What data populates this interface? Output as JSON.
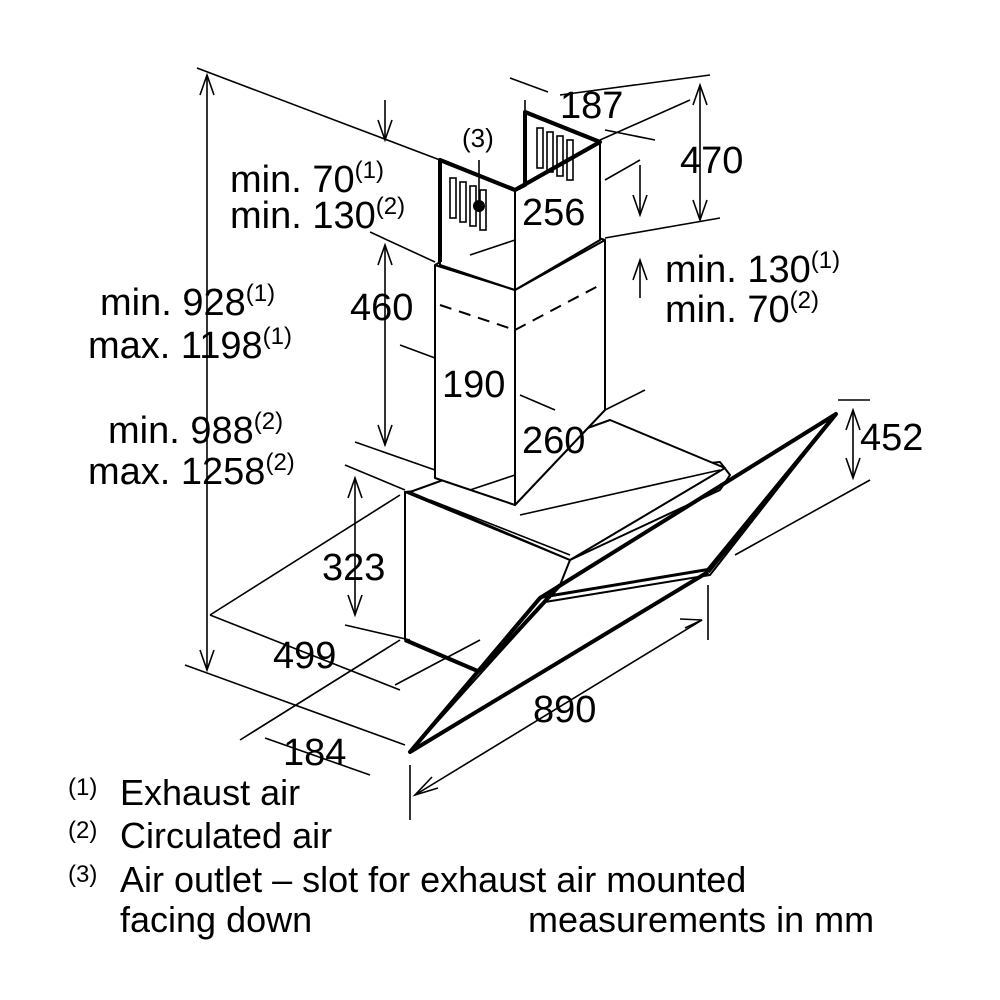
{
  "dimensions": {
    "d187": "187",
    "d470": "470",
    "d256": "256",
    "d460": "460",
    "d190": "190",
    "d260": "260",
    "d452": "452",
    "d323": "323",
    "d499": "499",
    "d890": "890",
    "d184": "184"
  },
  "labels": {
    "outlet_marker": "(3)",
    "left_top": {
      "line1": "min. 70",
      "sup1": "(1)",
      "line2": "min. 130",
      "sup2": "(2)"
    },
    "right_mid": {
      "line1": "min. 130",
      "sup1": "(1)",
      "line2": "min. 70",
      "sup2": "(2)"
    },
    "left_height_a": {
      "line1": "min. 928",
      "sup1": "(1)",
      "line2": "max. 1198",
      "sup2": "(1)"
    },
    "left_height_b": {
      "line1": "min. 988",
      "sup1": "(2)",
      "line2": "max. 1258",
      "sup2": "(2)"
    }
  },
  "legend": [
    {
      "num": "(1)",
      "text": "Exhaust air"
    },
    {
      "num": "(2)",
      "text": "Circulated air"
    },
    {
      "num": "(3)",
      "text": "Air outlet – slot for exhaust air mounted"
    }
  ],
  "legend_continuation": "facing down",
  "units_note": "measurements in mm"
}
